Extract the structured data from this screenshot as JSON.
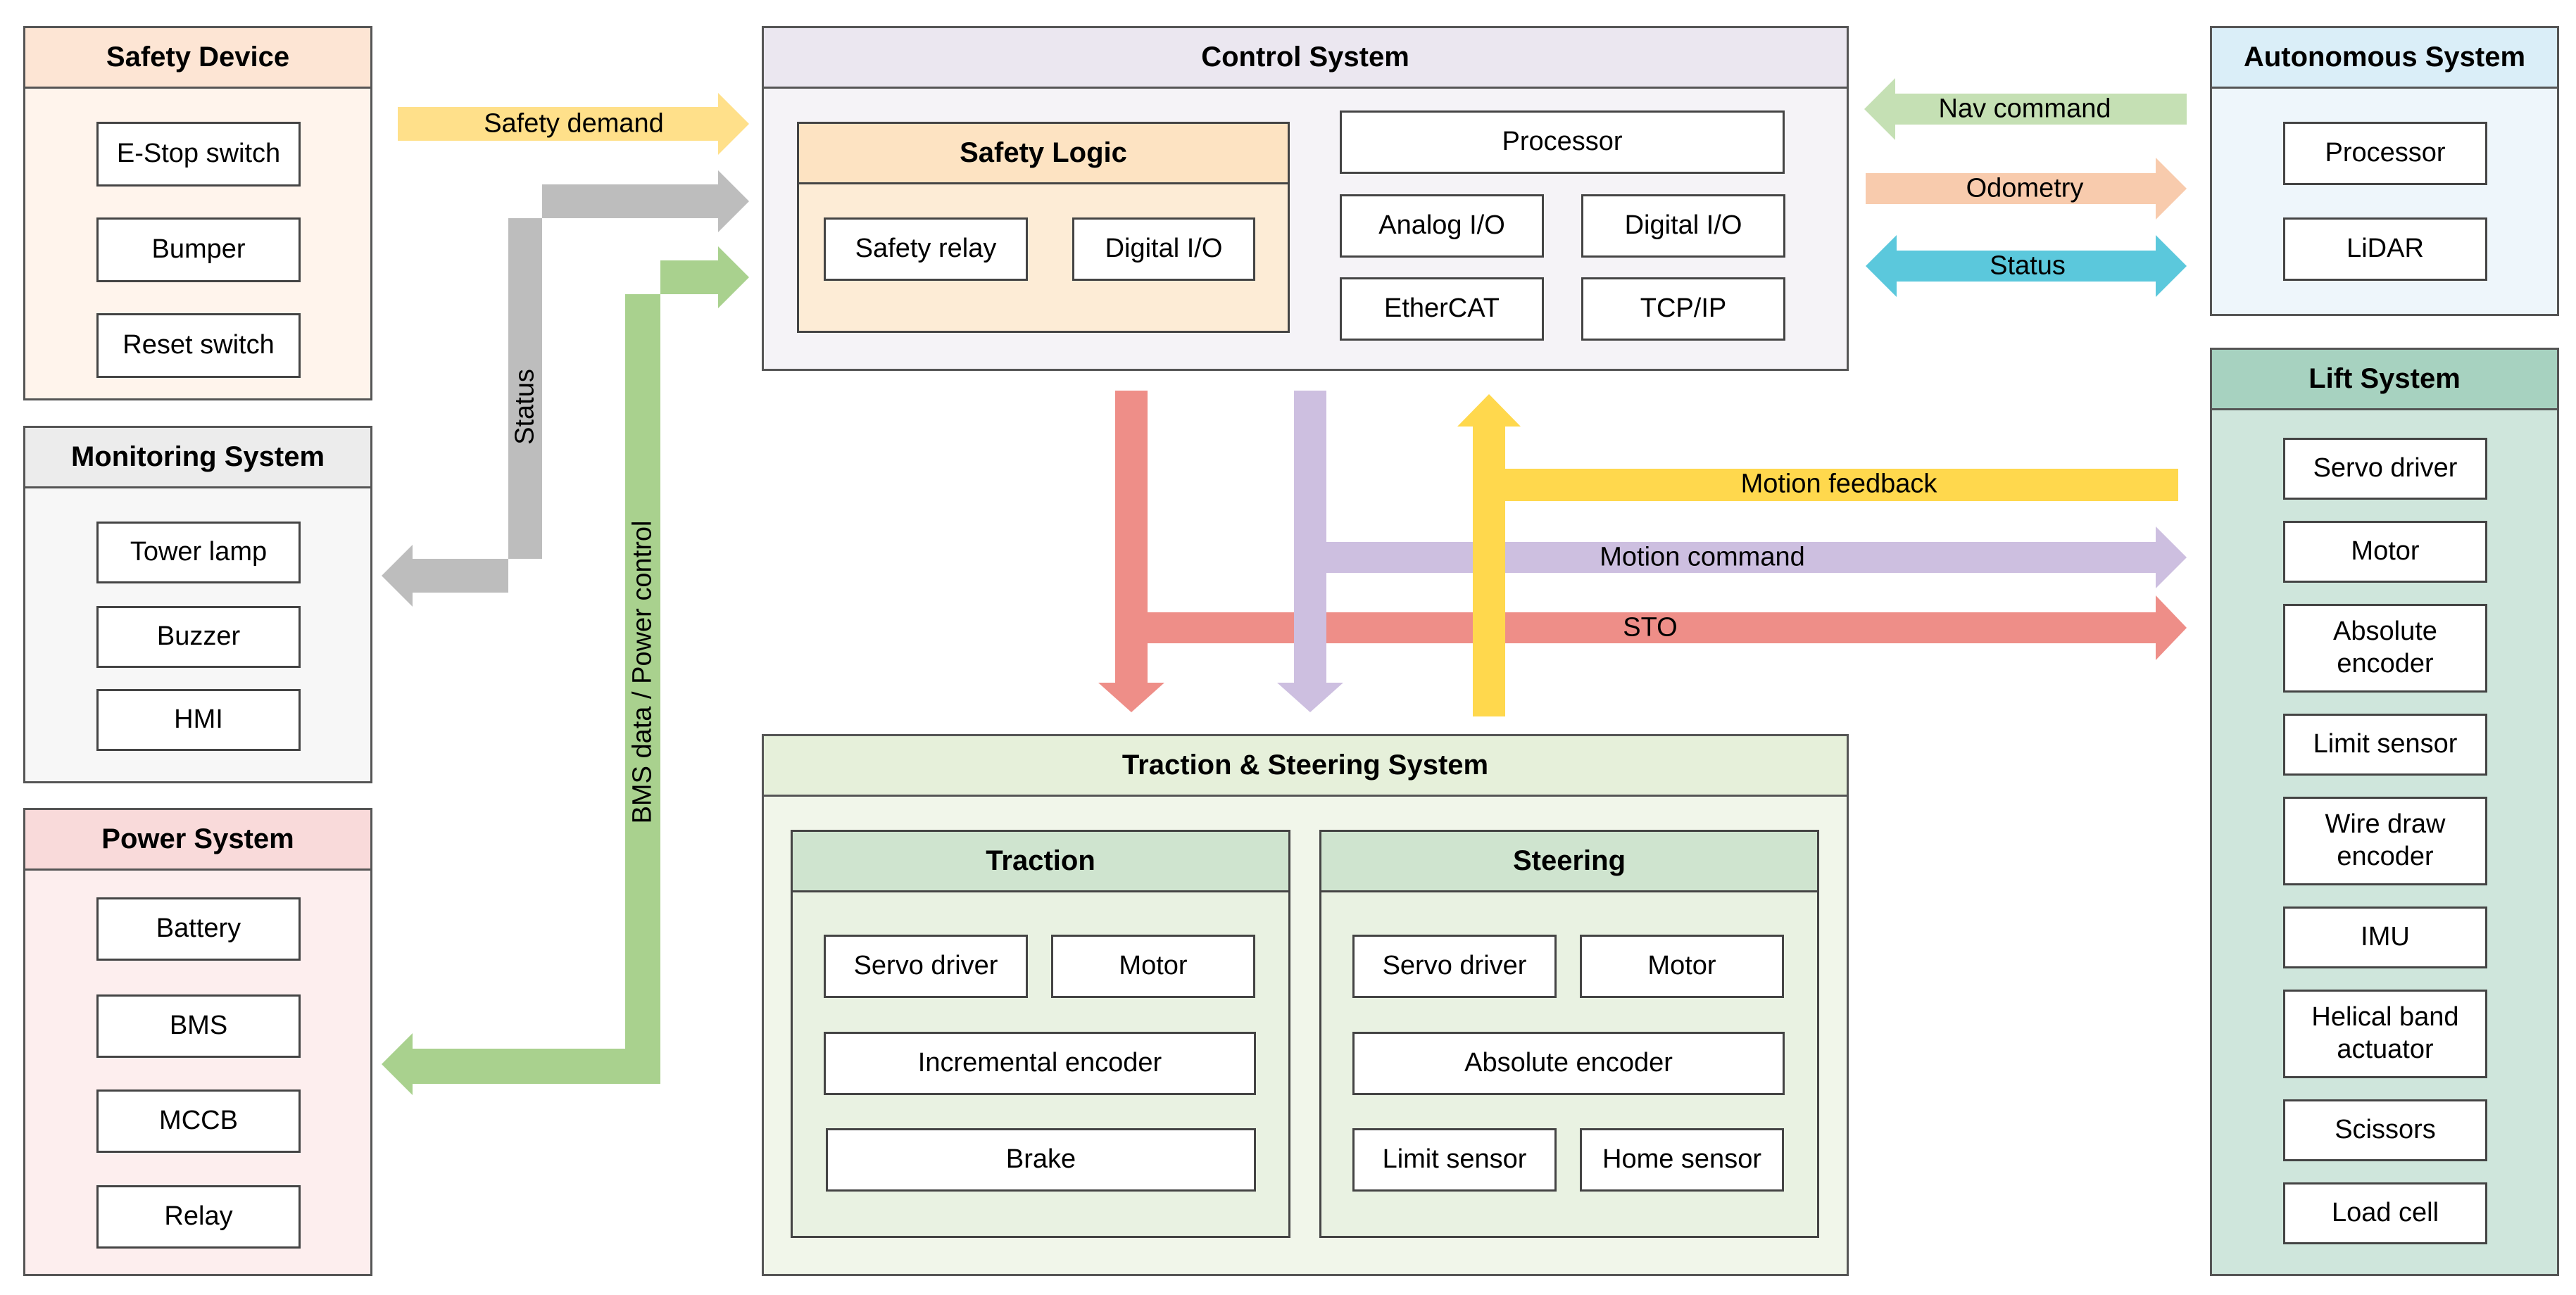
{
  "colors": {
    "safety_demand_arrow": "#ffe08a",
    "status_arrow": "#bdbdbd",
    "bms_arrow": "#a9d18e",
    "nav_arrow": "#c5e0b4",
    "odometry_arrow": "#f8cbad",
    "status_bidir_arrow": "#5bc8dc",
    "sto_arrow": "#ee8e88",
    "motion_command_arrow": "#cdbfe0",
    "motion_feedback_arrow": "#ffd84d"
  },
  "safety_device": {
    "title": "Safety Device",
    "items": [
      "E-Stop switch",
      "Bumper",
      "Reset switch"
    ]
  },
  "monitoring_system": {
    "title": "Monitoring System",
    "items": [
      "Tower lamp",
      "Buzzer",
      "HMI"
    ]
  },
  "power_system": {
    "title": "Power System",
    "items": [
      "Battery",
      "BMS",
      "MCCB",
      "Relay"
    ]
  },
  "control_system": {
    "title": "Control System",
    "safety_logic": {
      "title": "Safety Logic",
      "items": [
        "Safety relay",
        "Digital I/O"
      ]
    },
    "items": [
      "Processor",
      "Analog I/O",
      "Digital I/O",
      "EtherCAT",
      "TCP/IP"
    ]
  },
  "autonomous_system": {
    "title": "Autonomous System",
    "items": [
      "Processor",
      "LiDAR"
    ]
  },
  "lift_system": {
    "title": "Lift System",
    "items": [
      "Servo driver",
      "Motor",
      "Absolute encoder",
      "Limit sensor",
      "Wire draw encoder",
      "IMU",
      "Helical band actuator",
      "Scissors",
      "Load cell"
    ]
  },
  "traction_steering": {
    "title": "Traction & Steering System",
    "traction": {
      "title": "Traction",
      "items": [
        "Servo driver",
        "Motor",
        "Incremental encoder",
        "Brake"
      ]
    },
    "steering": {
      "title": "Steering",
      "items": [
        "Servo driver",
        "Motor",
        "Absolute encoder",
        "Limit sensor",
        "Home sensor"
      ]
    }
  },
  "arrows": {
    "safety_demand": "Safety demand",
    "status_left": "Status",
    "bms": "BMS data / Power control",
    "nav_command": "Nav command",
    "odometry": "Odometry",
    "status_right": "Status",
    "motion_feedback": "Motion feedback",
    "motion_command": "Motion command",
    "sto": "STO"
  }
}
